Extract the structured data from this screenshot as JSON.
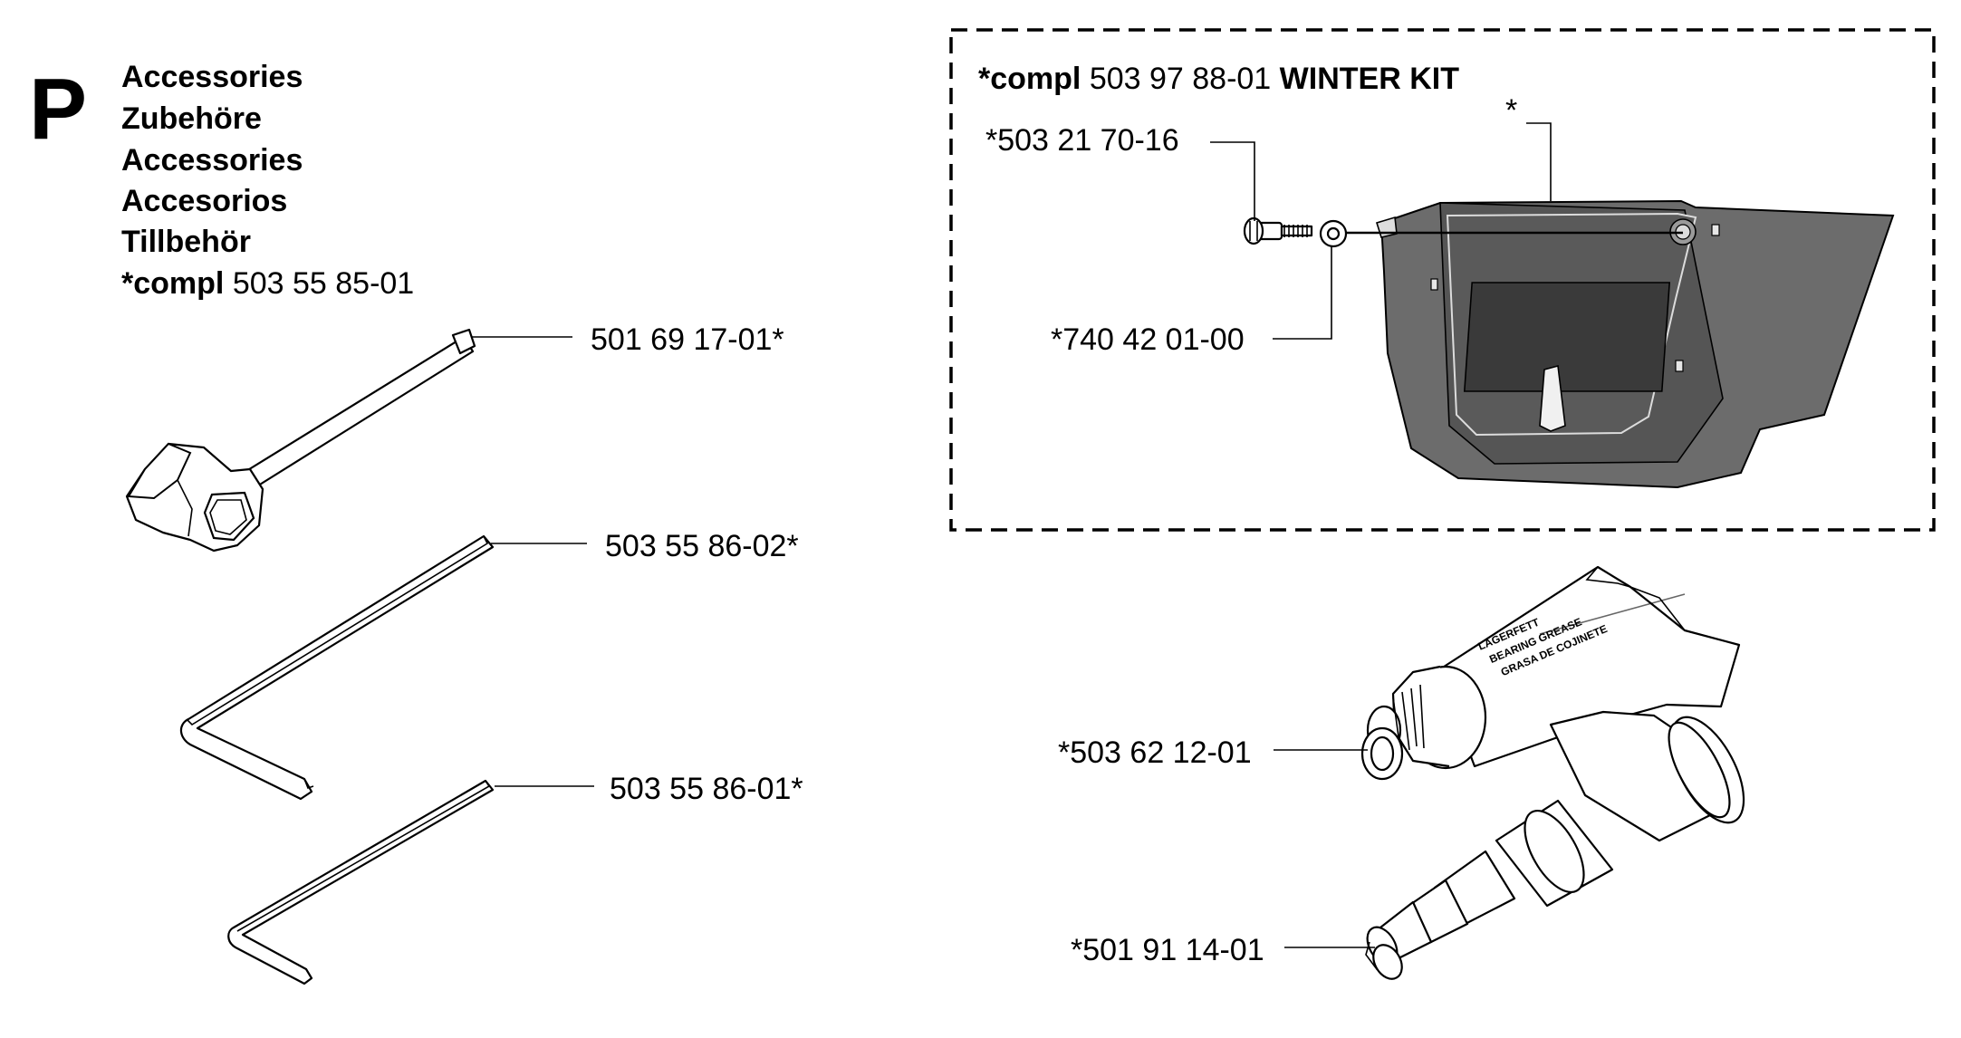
{
  "section": {
    "letter": "P",
    "titles": [
      "Accessories",
      "Zubehöre",
      "Accessories",
      "Accesorios",
      "Tillbehör"
    ],
    "kit": {
      "prefix": "*compl",
      "number": "503 55 85-01"
    }
  },
  "winter_kit": {
    "prefix": "*compl",
    "number": "503 97 88-01",
    "name": "WINTER KIT",
    "parts": {
      "screw": "*503 21 70-16",
      "cover": "*",
      "washer": "*740 42 01-00"
    }
  },
  "tools": {
    "wrench": "501 69 17-01*",
    "hex_key_large": "503 55 86-02*",
    "hex_key_small": "503 55 86-01*",
    "grease_tube": "*503 62 12-01",
    "grease_gun": "*501 91 14-01"
  },
  "tube_print": [
    "LAGERFETT",
    "BEARING GREASE",
    "GRASA DE COJINETE"
  ]
}
